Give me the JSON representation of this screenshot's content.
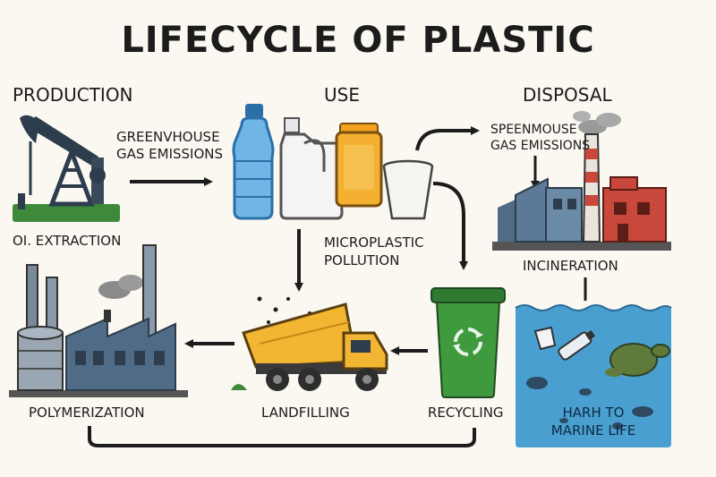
{
  "title": "LIFECYCLE OF PLASTIC",
  "sections": {
    "production": "PRODUCTION",
    "use": "USE",
    "disposal": "DISPOSAL"
  },
  "labels": {
    "emissions_left_1": "GREENVHOUSE",
    "emissions_left_2": "GAS EMISSIONS",
    "emissions_right_1": "SPEENMOUSE",
    "emissions_right_2": "GAS EMISSIONS",
    "oil_extraction": "OⅠ. EXTRACTION",
    "microplastic_1": "MICROPLASTIC",
    "microplastic_2": "POLLUTION",
    "incineration": "INCINERATION",
    "polymerization": "POLYMERIZATION",
    "landfilling": "LANDFILLING",
    "recycling": "RECYCLING",
    "marine_1": "HARH TO",
    "marine_2": "MARINE LIFE"
  },
  "icons": {
    "oil_pump": "oil-pumpjack-icon",
    "bottle": "water-bottle-icon",
    "jug": "plastic-jug-icon",
    "cup": "plastic-cup-icon",
    "factory_incinerator": "incinerator-factory-icon",
    "refinery": "refinery-factory-icon",
    "truck": "dump-truck-icon",
    "recycle_bin": "recycling-bin-icon",
    "ocean": "ocean-pollution-icon"
  },
  "colors": {
    "background": "#fbf8f1",
    "truck": "#f2b632",
    "bin": "#3f9a3e",
    "water": "#4a9fd1",
    "brick": "#c9483b",
    "steel": "#4f6b86"
  }
}
